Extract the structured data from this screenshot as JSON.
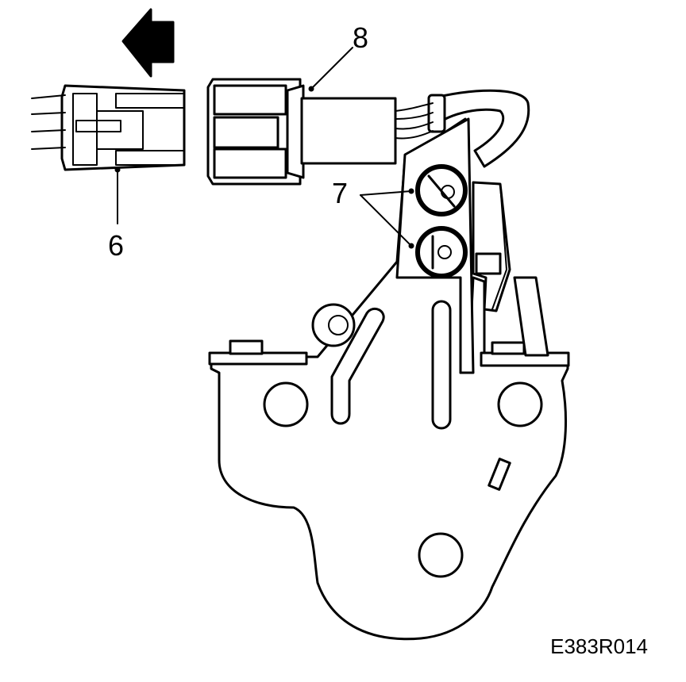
{
  "diagram": {
    "callouts": {
      "connector_half": "6",
      "fasteners": "7",
      "plug": "8"
    },
    "figure_id": "E383R014",
    "icons": {
      "direction_arrow": "arrow-left-icon"
    },
    "colors": {
      "ink": "#000000",
      "paper": "#ffffff"
    }
  }
}
